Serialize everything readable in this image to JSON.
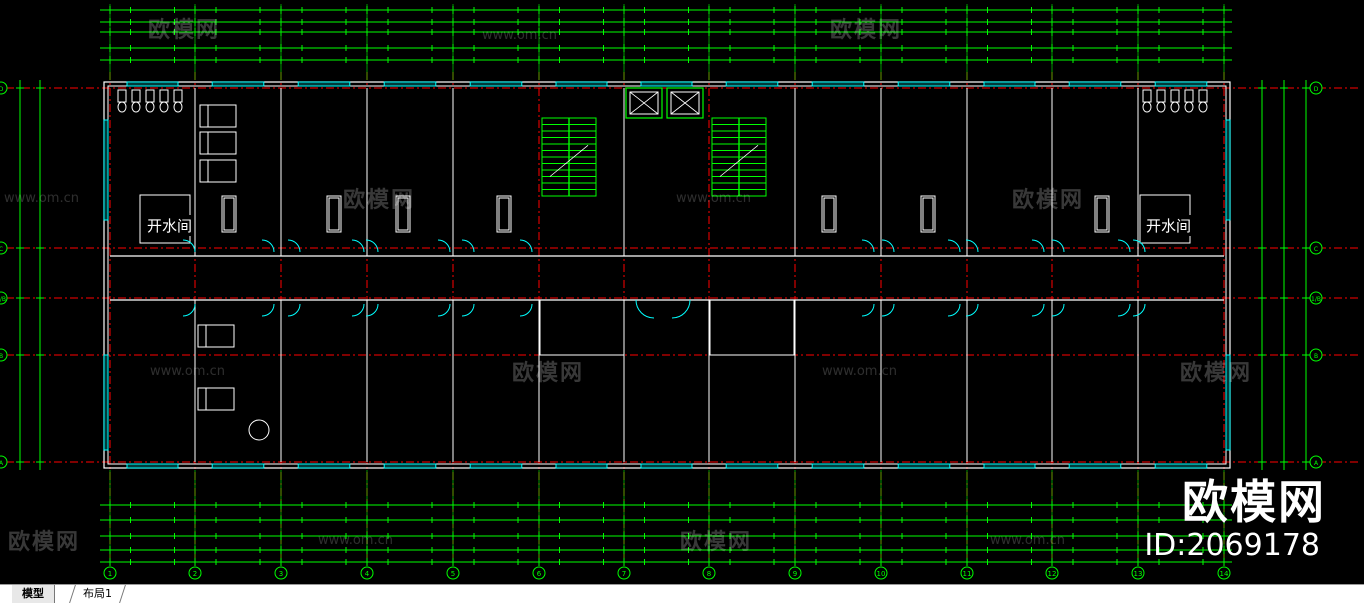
{
  "rooms": {
    "boiler_left": "开水间",
    "boiler_right": "开水间"
  },
  "watermarks": {
    "brand": "欧模网",
    "url": "www.om.cn",
    "id": "ID:2069178"
  },
  "axes": {
    "columns": [
      "1",
      "2",
      "3",
      "4",
      "5",
      "6",
      "7",
      "8",
      "9",
      "10",
      "11",
      "12",
      "13",
      "14"
    ],
    "rows": [
      "D",
      "C",
      "1/B",
      "B",
      "A"
    ]
  },
  "tabs": {
    "model": "模型",
    "layout1": "布局1"
  },
  "colors": {
    "background": "#000000",
    "dimension": "#00ff00",
    "axis_line": "#ff0000",
    "wall": "#ffffff",
    "window": "#00ffff",
    "stair": "#00ff00",
    "text": "#ffffff"
  }
}
